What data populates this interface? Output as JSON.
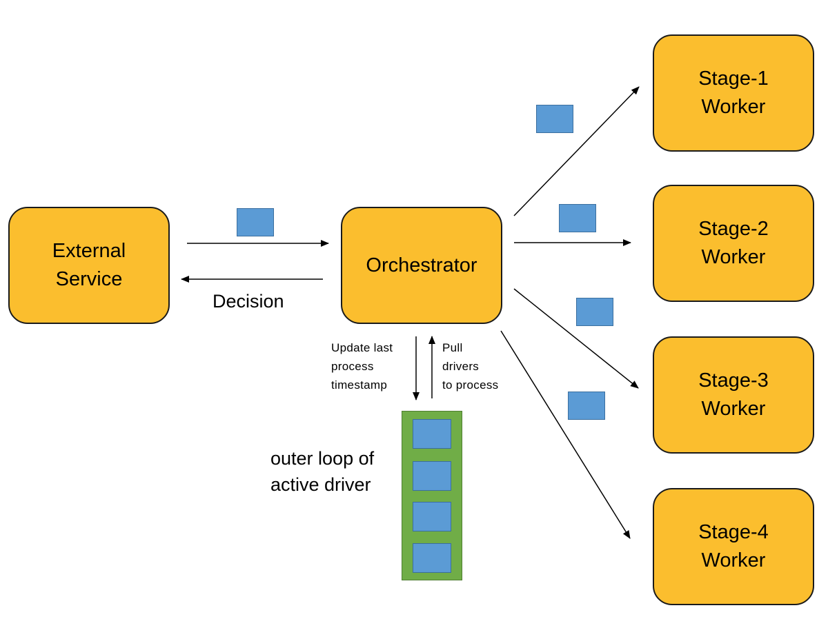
{
  "nodes": {
    "external_service": "External\nService",
    "orchestrator": "Orchestrator",
    "stage1": "Stage-1\nWorker",
    "stage2": "Stage-2\nWorker",
    "stage3": "Stage-3\nWorker",
    "stage4": "Stage-4\nWorker"
  },
  "labels": {
    "decision": "Decision",
    "update": "Update last\nprocess\ntimestamp",
    "pull": "Pull\ndrivers\nto process",
    "outer_loop": "outer loop of\nactive driver"
  },
  "colors": {
    "node_fill": "#FBBE2E",
    "packet_fill": "#5B9BD5",
    "queue_fill": "#70AD47"
  }
}
